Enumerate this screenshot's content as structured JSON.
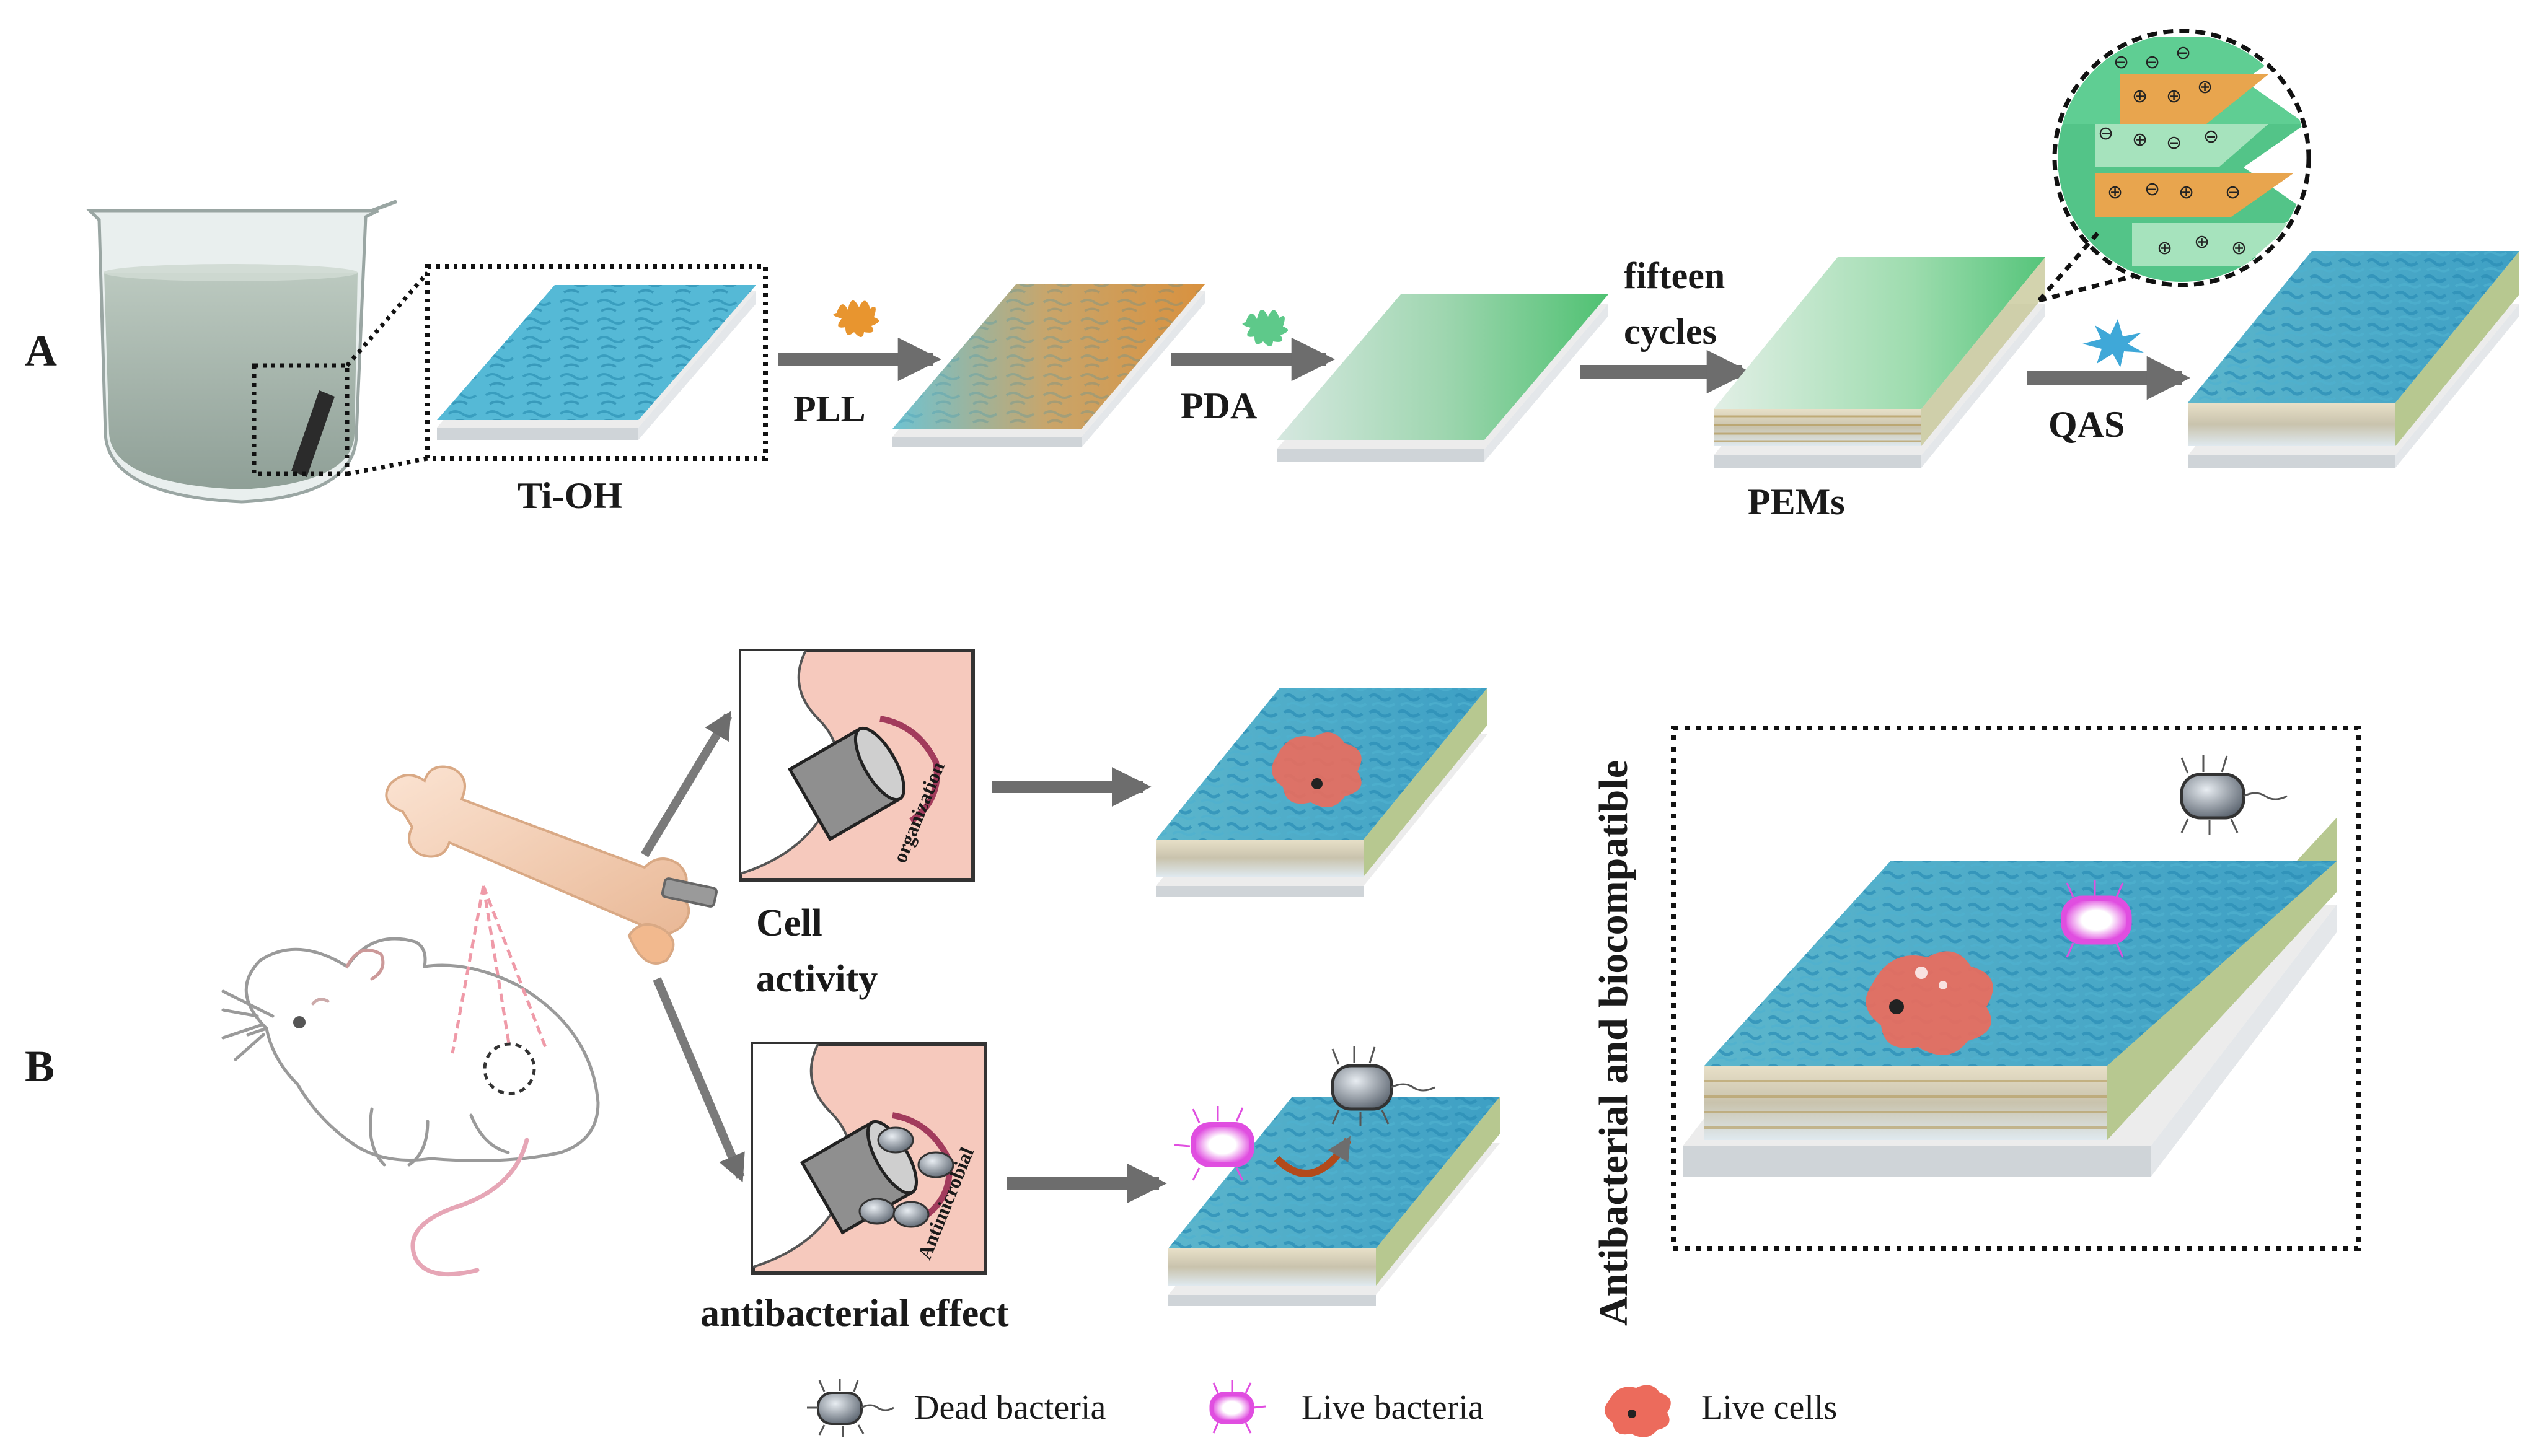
{
  "panel_a": {
    "letter": "A",
    "substrate_label": "Ti-OH",
    "step1_reagent": "PLL",
    "step2_reagent": "PDA",
    "step3_label_line1": "fifteen",
    "step3_label_line2": "cycles",
    "multilayer_label": "PEMs",
    "step4_reagent": "QAS"
  },
  "panel_b": {
    "letter": "B",
    "implant_label_organization": "organization",
    "implant_label_antimicrobial": "Antimicrobial",
    "cell_activity_line1": "Cell",
    "cell_activity_line2": "activity",
    "antibacterial_effect": "antibacterial effect",
    "vertical_title": "Antibacterial and biocompatible"
  },
  "legend": {
    "dead_bacteria": "Dead bacteria",
    "live_bacteria": "Live bacteria",
    "live_cells": "Live cells"
  },
  "colors": {
    "ti_oh_blue": "#4fb8d6",
    "pll_orange": "#e8952f",
    "pda_green": "#5ec98a",
    "qas_blue": "#3fa8d8",
    "tissue_pink": "#f6c9bd",
    "live_bacteria_magenta": "#e04ee0",
    "live_cell_red": "#ec6b5c",
    "dead_bacteria_grey": "#7c8590"
  }
}
